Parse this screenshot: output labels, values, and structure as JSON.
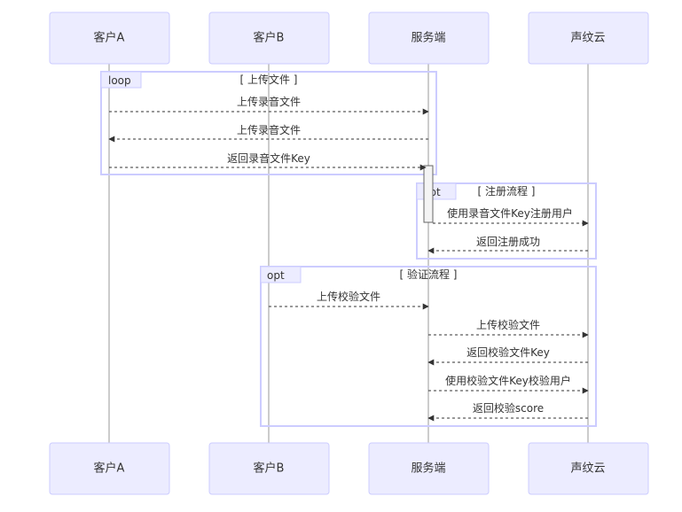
{
  "participants": [
    "客户A",
    "客户B",
    "服务端",
    "声纹云"
  ],
  "frames": [
    {
      "kind": "loop",
      "condition": "[ 上传文件 ]"
    },
    {
      "kind": "opt",
      "condition": "[ 注册流程 ]"
    },
    {
      "kind": "opt",
      "condition": "[ 验证流程 ]"
    }
  ],
  "messages": [
    {
      "from": "客户A",
      "to": "服务端",
      "label": "上传录音文件"
    },
    {
      "from": "服务端",
      "to": "客户A",
      "label": "上传录音文件"
    },
    {
      "from": "客户A",
      "to": "服务端",
      "label": "返回录音文件Key"
    },
    {
      "from": "服务端",
      "to": "声纹云",
      "label": "使用录音文件Key注册用户"
    },
    {
      "from": "声纹云",
      "to": "服务端",
      "label": "返回注册成功"
    },
    {
      "from": "客户B",
      "to": "服务端",
      "label": "上传校验文件"
    },
    {
      "from": "服务端",
      "to": "声纹云",
      "label": "上传校验文件"
    },
    {
      "from": "声纹云",
      "to": "服务端",
      "label": "返回校验文件Key"
    },
    {
      "from": "服务端",
      "to": "声纹云",
      "label": "使用校验文件Key校验用户"
    },
    {
      "from": "声纹云",
      "to": "服务端",
      "label": "返回校验score"
    }
  ],
  "colors": {
    "actor_fill": "#ECECFF",
    "actor_border": "#CCCCFF",
    "lifeline": "#999999",
    "message": "#333333",
    "text": "#333333"
  }
}
